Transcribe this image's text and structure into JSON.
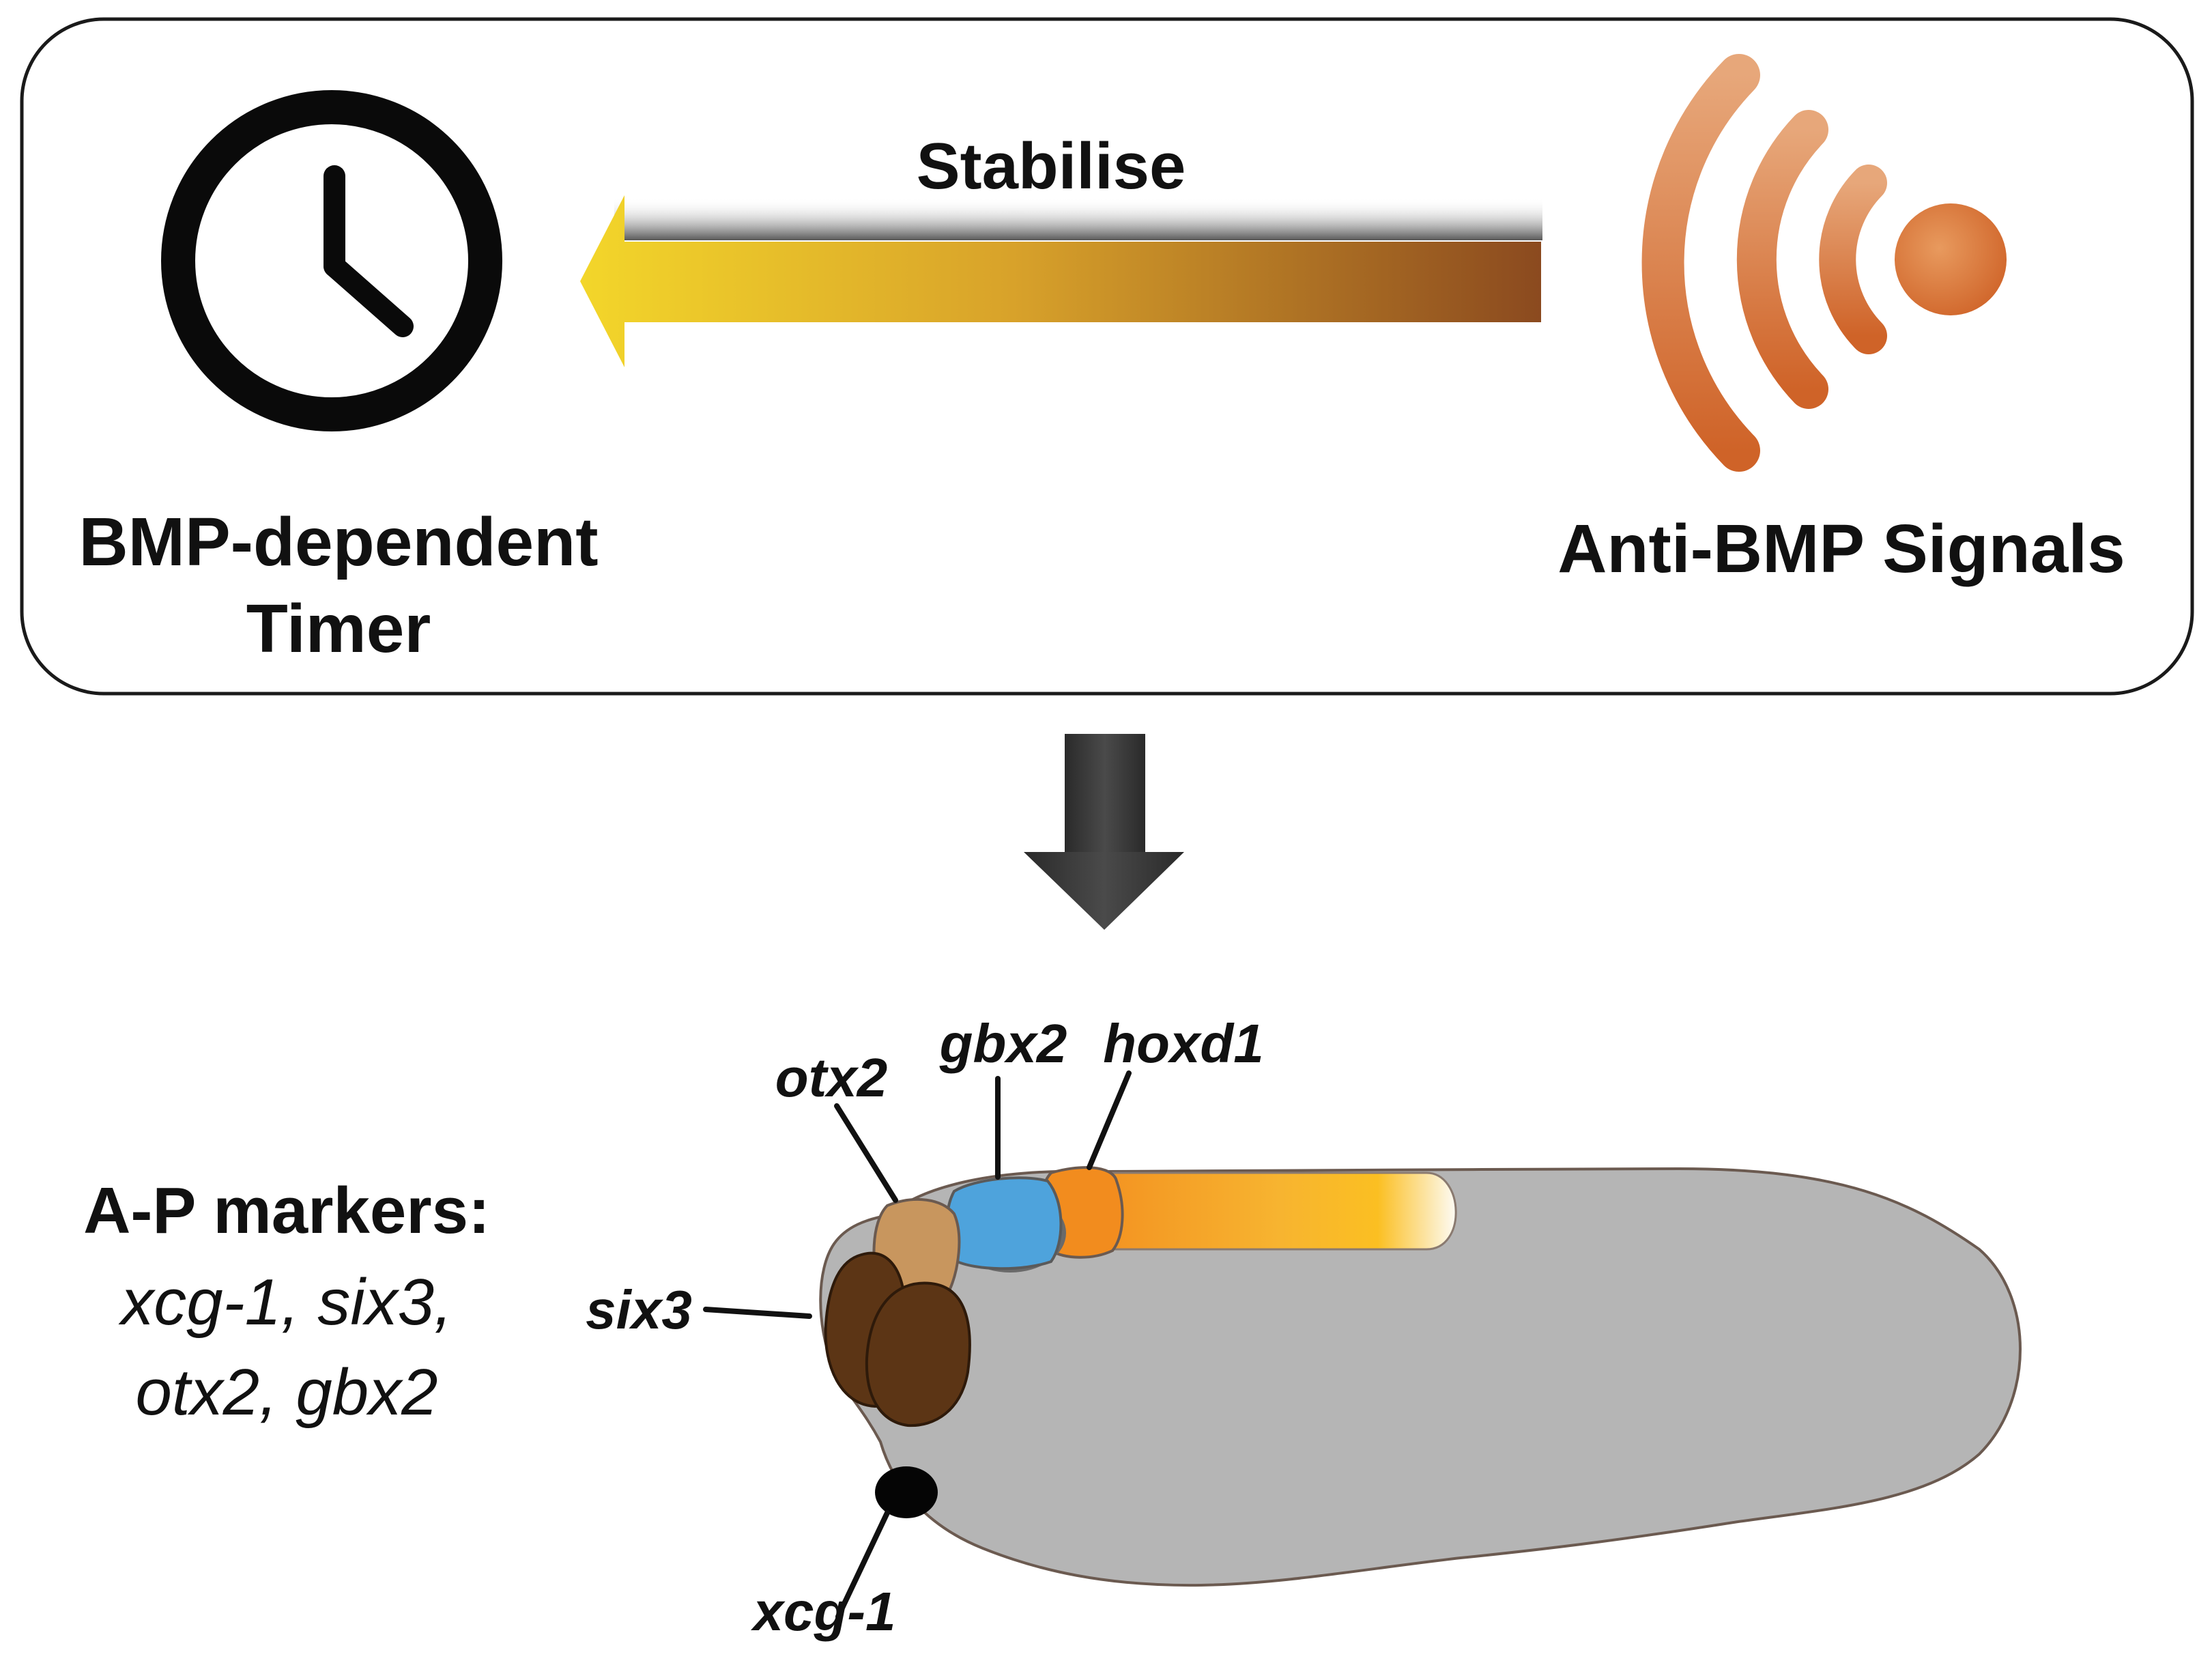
{
  "top_panel": {
    "timer_label_line1": "BMP-dependent",
    "timer_label_line2": "Timer",
    "arrow_label": "Stabilise",
    "signal_label": "Anti-BMP Signals"
  },
  "icons": {
    "clock": "clock-icon",
    "signal": "signal-broadcast-icon",
    "down_arrow": "down-arrow-icon"
  },
  "colors": {
    "arrow_start": "#f2d32a",
    "arrow_end": "#8b4a1f",
    "signal_orange": "#d6743a",
    "embryo_gray": "#b5b5b5",
    "six3_brown": "#5c3515",
    "otx2_tan": "#c8965e",
    "gbx2_blue": "#4ea3dc",
    "hoxd1_orange": "#f28c1e"
  },
  "markers": {
    "heading": "A-P markers:",
    "line1": "xcg-1, six3,",
    "line2": "otx2, gbx2"
  },
  "genes": {
    "otx2": "otx2",
    "gbx2": "gbx2",
    "hoxd1": "hoxd1",
    "six3": "six3",
    "xcg1": "xcg-1"
  }
}
